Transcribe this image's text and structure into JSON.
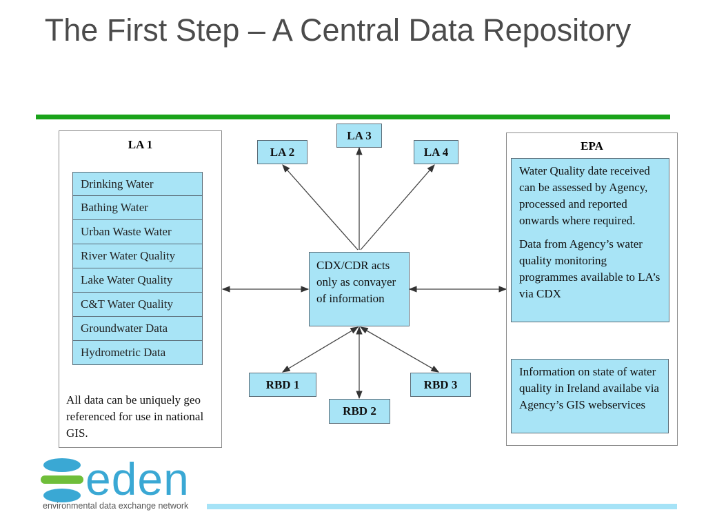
{
  "title": "The First Step – A Central Data Repository",
  "colors": {
    "accent_green": "#1aa31a",
    "box_fill": "#a8e4f6",
    "box_border": "#5a6b76",
    "bottom_bar": "#a6e3f7",
    "logo_blue": "#3aa8d4",
    "logo_green": "#6fbe3a"
  },
  "la1": {
    "title": "LA 1",
    "items": [
      "Drinking Water",
      "Bathing Water",
      "Urban Waste Water",
      "River Water Quality",
      "Lake Water Quality",
      "C&T Water Quality",
      "Groundwater Data",
      "Hydrometric Data"
    ],
    "note": "All data can be uniquely geo referenced for use in national GIS."
  },
  "nodes": {
    "la2": "LA 2",
    "la3": "LA 3",
    "la4": "LA 4",
    "cdx": "CDX/CDR acts only as convayer of information",
    "rbd1": "RBD 1",
    "rbd2": "RBD 2",
    "rbd3": "RBD 3"
  },
  "epa": {
    "title": "EPA",
    "box1_para1": "Water Quality date received can be assessed by Agency, processed and reported onwards where required.",
    "box1_para2": "Data from Agency’s water quality monitoring programmes available to LA’s via CDX",
    "box2": "Information on state of water quality in Ireland availabe via Agency’s GIS webservices"
  },
  "logo": {
    "wordmark": "eden",
    "tagline": "environmental data exchange network"
  }
}
